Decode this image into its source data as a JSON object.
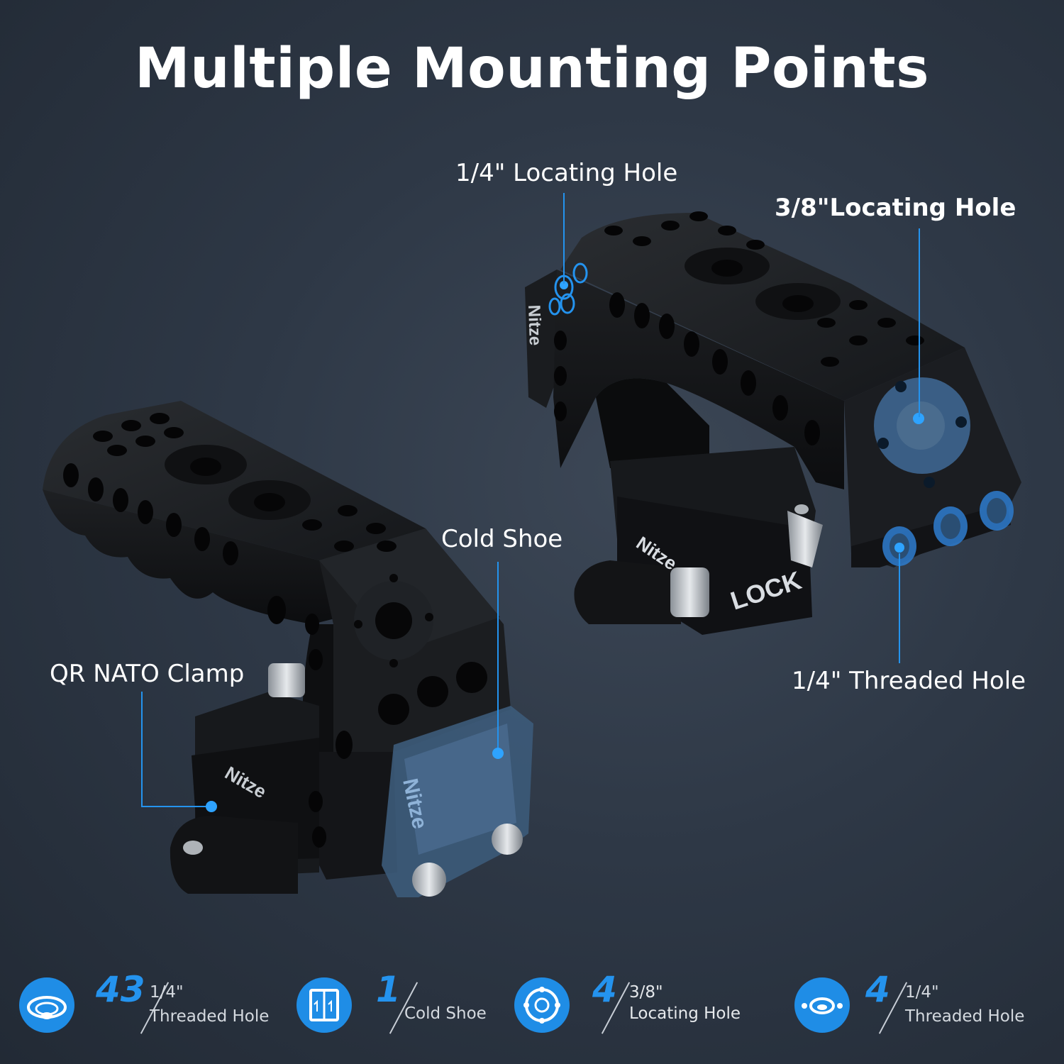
{
  "title": "Multiple Mounting Points",
  "brand": {
    "wordmark": "Nitze",
    "lock_text": "LOCK"
  },
  "colors": {
    "accent": "#1f8de6",
    "highlight": "#2493ee",
    "background": "#2e3846",
    "metal": "#17191c"
  },
  "callouts": {
    "locating_quarter": "1/4\" Locating Hole",
    "locating_three_eighths": "3/8\"Locating Hole",
    "cold_shoe": "Cold Shoe",
    "threaded_quarter": "1/4\" Threaded Hole",
    "nato_clamp": "QR NATO Clamp"
  },
  "stats": [
    {
      "icon": "threaded-hole-icon",
      "count": "43",
      "line1": "1/4\"",
      "line2": "Threaded Hole"
    },
    {
      "icon": "cold-shoe-icon",
      "count": "1",
      "line1": "",
      "line2": "Cold Shoe"
    },
    {
      "icon": "locating-hole-icon",
      "count": "4",
      "line1": "3/8\"",
      "line2": "Locating Hole"
    },
    {
      "icon": "quarter-locating-hole-icon",
      "count": "4",
      "line1": "1/4\"",
      "line2": "Threaded Hole"
    }
  ]
}
